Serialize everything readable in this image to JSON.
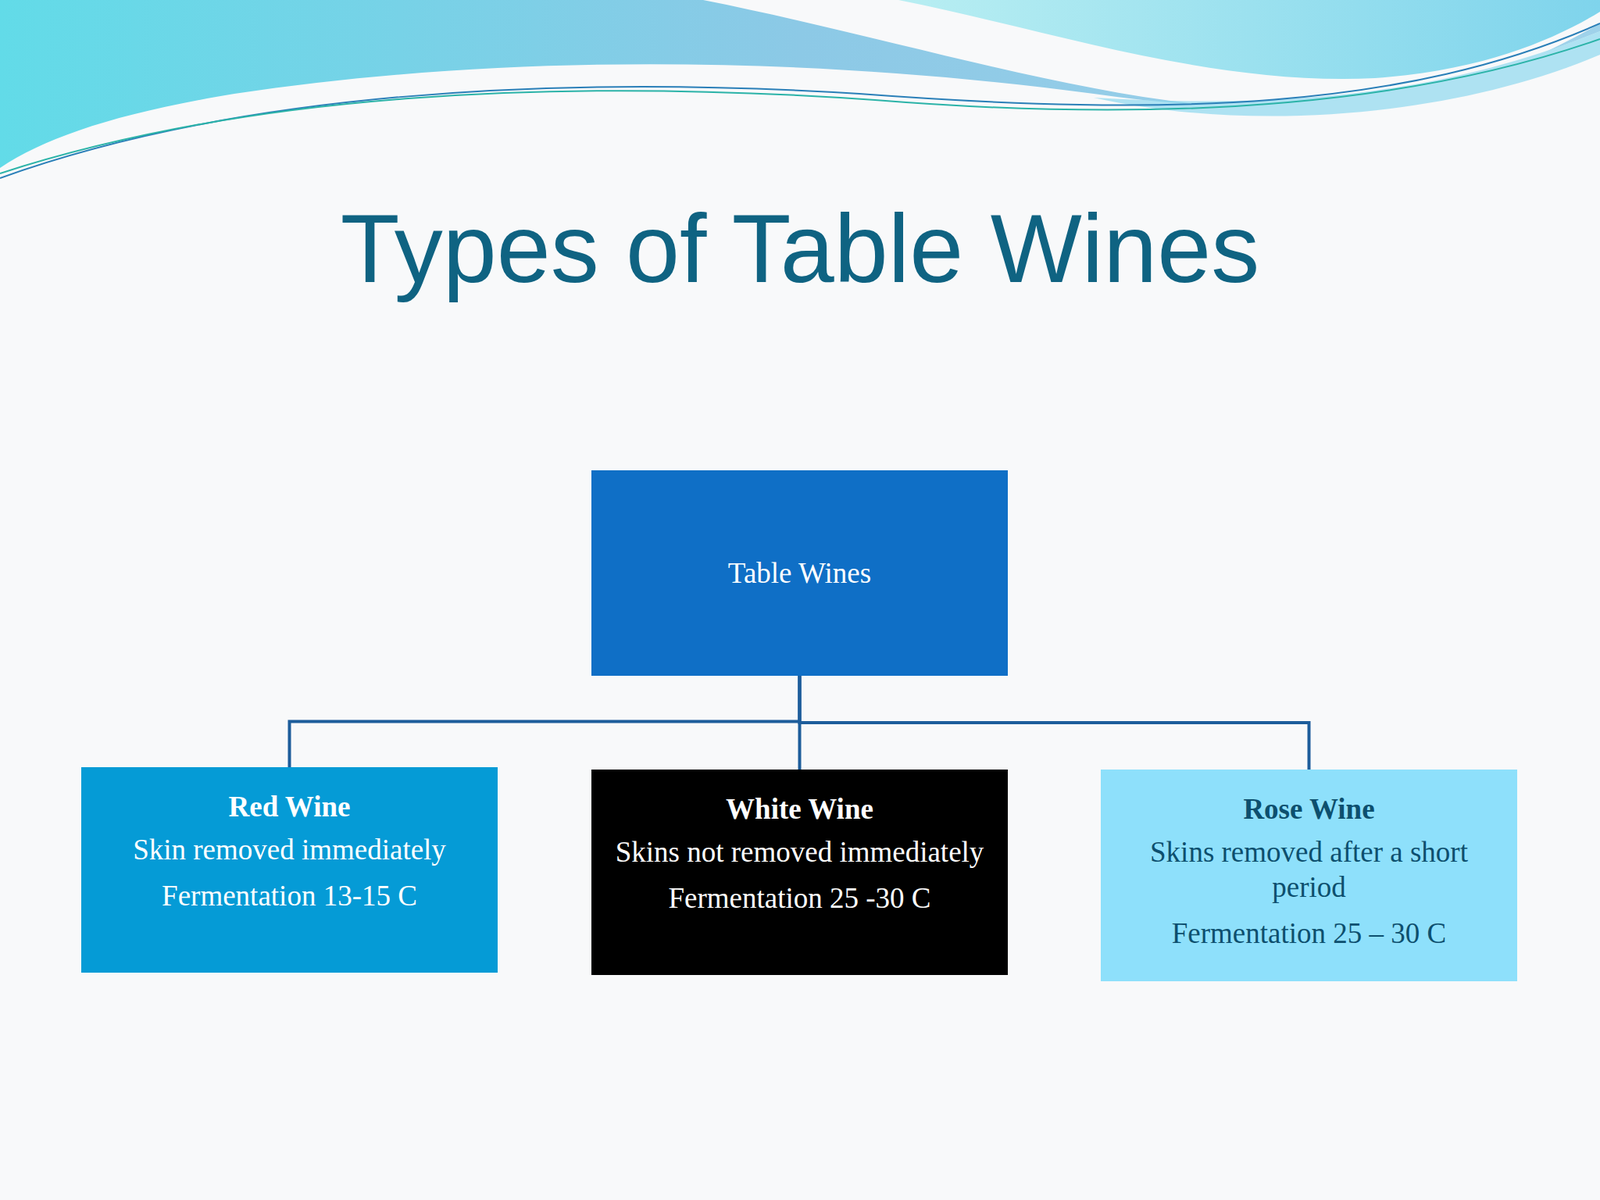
{
  "diagram": {
    "title": "Types of Table Wines",
    "nodes": [
      {
        "text": [
          "Table Wines"
        ]
      },
      {
        "text": [
          "Red Wine",
          "Skin removed immediately",
          "Fermentation 13-15 C"
        ]
      },
      {
        "text": [
          "White Wine",
          "Skins not removed immediately",
          "Fermentation 25 -30 C"
        ]
      },
      {
        "text": [
          "Rose Wine",
          "Skins removed after a short period",
          "Fermentation 25 – 30 C"
        ]
      }
    ],
    "edges": [
      {
        "from": 0,
        "to": 1,
        "arrow": "none"
      },
      {
        "from": 0,
        "to": 2,
        "arrow": "none"
      },
      {
        "from": 0,
        "to": 3,
        "arrow": "none"
      }
    ]
  }
}
